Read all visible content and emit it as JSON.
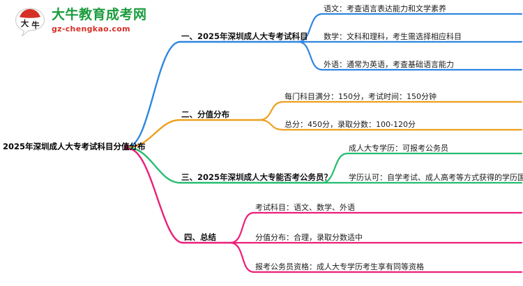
{
  "logo": {
    "mark_text": "大牛",
    "name_cn": "大牛教育成考网",
    "name_en": "gz-chengkao.com",
    "color_cn": "#1a9b3c",
    "color_en": "#d62f26",
    "mark_color": "#d62f26"
  },
  "mindmap": {
    "root": "2025年深圳成人大专考试科目分值分布",
    "branches": [
      {
        "label": "一、2025年深圳成人大专考试科目",
        "color": "#2f86e0",
        "children": [
          "语文：考查语言表达能力和文学素养",
          "数学：文科和理科，考生需选择相应科目",
          "外语：通常为英语，考查基础语言能力"
        ]
      },
      {
        "label": "二、分值分布",
        "color": "#eda01f",
        "children": [
          "每门科目满分：150分，考试时间：150分钟",
          "总分：450分，录取分数：100-120分"
        ]
      },
      {
        "label": "三、2025年深圳成人大专能否考公务员？",
        "color": "#25bd6f",
        "children": [
          "成人大专学历：可报考公务员",
          "学历认可：自学考试、成人高考等方式获得的学历国家承认"
        ]
      },
      {
        "label": "四、总结",
        "color": "#ec1e79",
        "children": [
          "考试科目：语文、数学、外语",
          "分值分布：合理，录取分数适中",
          "报考公务员资格：成人大专学历考生享有同等资格"
        ]
      }
    ]
  }
}
